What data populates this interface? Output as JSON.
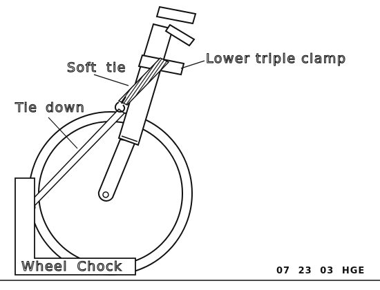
{
  "labels": {
    "lower_triple_clamp": "Lower triple clamp",
    "soft_tie": "Soft tie",
    "tie_down": "Tie down",
    "wheel_chock": "Wheel Chock"
  },
  "code": "07 23 03 HGE",
  "colors": {
    "line": "#111111",
    "background": "#ffffff"
  }
}
